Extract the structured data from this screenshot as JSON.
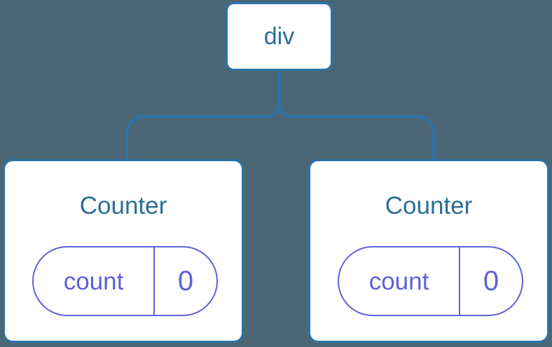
{
  "colors": {
    "background": "#4B6775",
    "box-border": "#2B73A9",
    "box-bg": "#FFFFFF",
    "heading-text": "#2B6E96",
    "state-accent": "#5F61DA"
  },
  "tree": {
    "root": {
      "label": "div"
    },
    "children": [
      {
        "title": "Counter",
        "state": {
          "key": "count",
          "value": "0"
        }
      },
      {
        "title": "Counter",
        "state": {
          "key": "count",
          "value": "0"
        }
      }
    ]
  }
}
